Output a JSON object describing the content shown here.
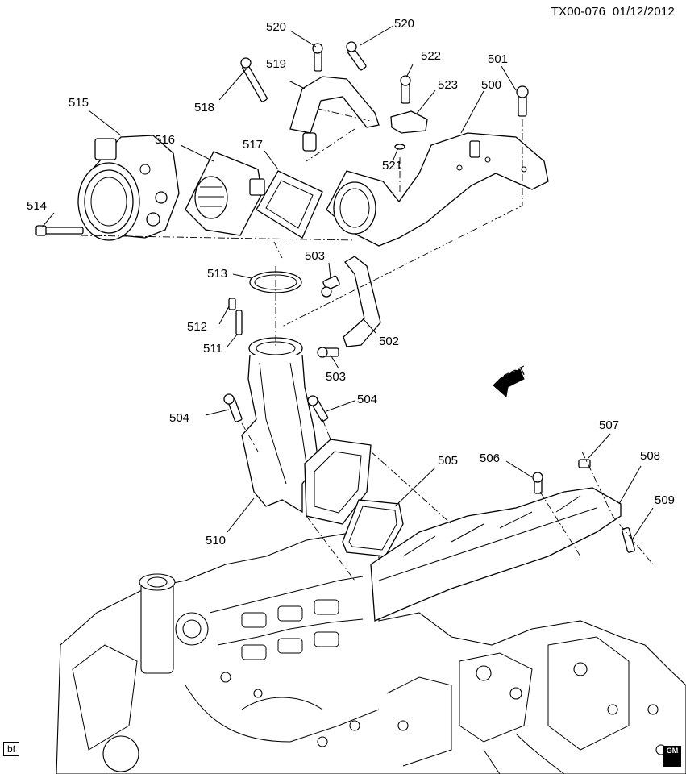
{
  "header": {
    "code": "TX00-076",
    "date": "01/12/2012"
  },
  "labels": [
    {
      "id": "500",
      "text": "500"
    },
    {
      "id": "501",
      "text": "501"
    },
    {
      "id": "502",
      "text": "502"
    },
    {
      "id": "503a",
      "text": "503"
    },
    {
      "id": "503b",
      "text": "503"
    },
    {
      "id": "504a",
      "text": "504"
    },
    {
      "id": "504b",
      "text": "504"
    },
    {
      "id": "505",
      "text": "505"
    },
    {
      "id": "506",
      "text": "506"
    },
    {
      "id": "507",
      "text": "507"
    },
    {
      "id": "508",
      "text": "508"
    },
    {
      "id": "509",
      "text": "509"
    },
    {
      "id": "510",
      "text": "510"
    },
    {
      "id": "511",
      "text": "511"
    },
    {
      "id": "512",
      "text": "512"
    },
    {
      "id": "513",
      "text": "513"
    },
    {
      "id": "514",
      "text": "514"
    },
    {
      "id": "515",
      "text": "515"
    },
    {
      "id": "516",
      "text": "516"
    },
    {
      "id": "517",
      "text": "517"
    },
    {
      "id": "518",
      "text": "518"
    },
    {
      "id": "519",
      "text": "519"
    },
    {
      "id": "520a",
      "text": "520"
    },
    {
      "id": "520b",
      "text": "520"
    },
    {
      "id": "521",
      "text": "521"
    },
    {
      "id": "522",
      "text": "522"
    },
    {
      "id": "523",
      "text": "523"
    }
  ],
  "front_arrow": "FRT",
  "footer": {
    "corner_tag": "bf",
    "logo": "GM"
  }
}
